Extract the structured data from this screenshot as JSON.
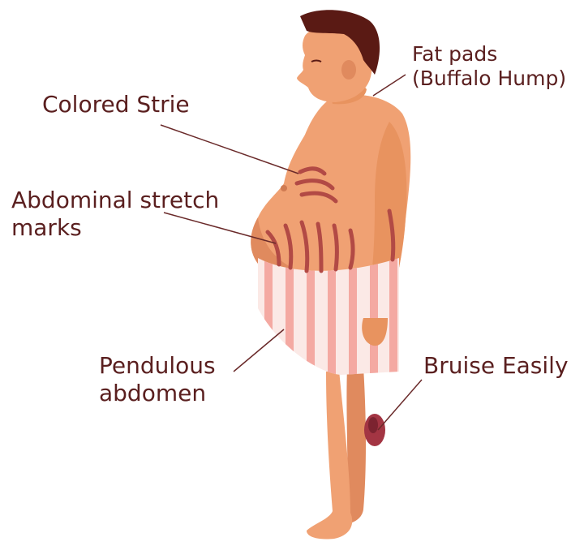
{
  "labels": {
    "fat_pads": [
      "Fat pads",
      "(Buffalo Hump)"
    ],
    "colored_strie": "Colored Strie",
    "abdominal_stretch": [
      "Abdominal stretch",
      "marks"
    ],
    "pendulous": [
      "Pendulous",
      "abdomen"
    ],
    "bruise": "Bruise Easily"
  },
  "colors": {
    "text": "#5a1f1f",
    "skin": "#f0a173",
    "skin_shadow": "#e08a5e",
    "hair": "#5a1a14",
    "stria": "#b24a45",
    "shorts_stripe": "#f4a9a2",
    "bruise": "#a33543"
  }
}
